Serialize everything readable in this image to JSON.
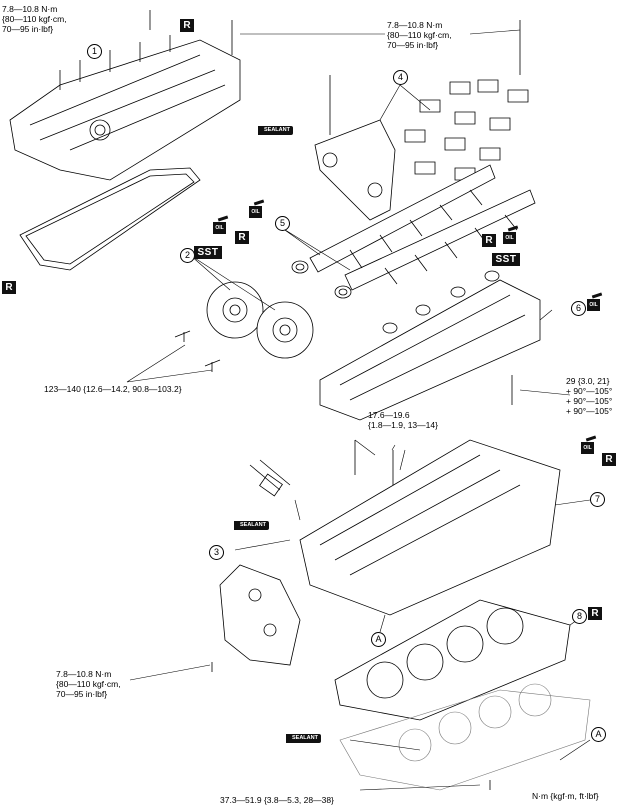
{
  "torques": {
    "cover_left": [
      "7.8—10.8 N·m",
      "{80—110 kgf·cm,",
      "70—95 in·lbf}"
    ],
    "cover_right": [
      "7.8—10.8 N·m",
      "{80—110 kgf·cm,",
      "70—95 in·lbf}"
    ],
    "sprocket": "123—140 {12.6—14.2, 90.8—103.2}",
    "head_bolt": [
      "29 {3.0, 21}",
      "+ 90°—105°",
      "+ 90°—105°",
      "+ 90°—105°"
    ],
    "small_bolt": [
      "17.6—19.6",
      "{1.8—1.9, 13—14}"
    ],
    "plate": [
      "7.8—10.8 N·m",
      "{80—110 kgf·cm,",
      "70—95 in·lbf}"
    ],
    "bottom": "37.3—51.9 {3.8—5.3, 28—38}"
  },
  "units_note": "N·m {kgf·m, ft·lbf}",
  "callouts": [
    "1",
    "2",
    "3",
    "4",
    "5",
    "6",
    "7",
    "8",
    "A",
    "A"
  ],
  "badges": {
    "replace": "R",
    "special_tool": "SST",
    "sealant": "SEALANT",
    "oil": "OIL"
  },
  "colors": {
    "line": "#000000",
    "badge": "#111111",
    "background": "#ffffff"
  }
}
